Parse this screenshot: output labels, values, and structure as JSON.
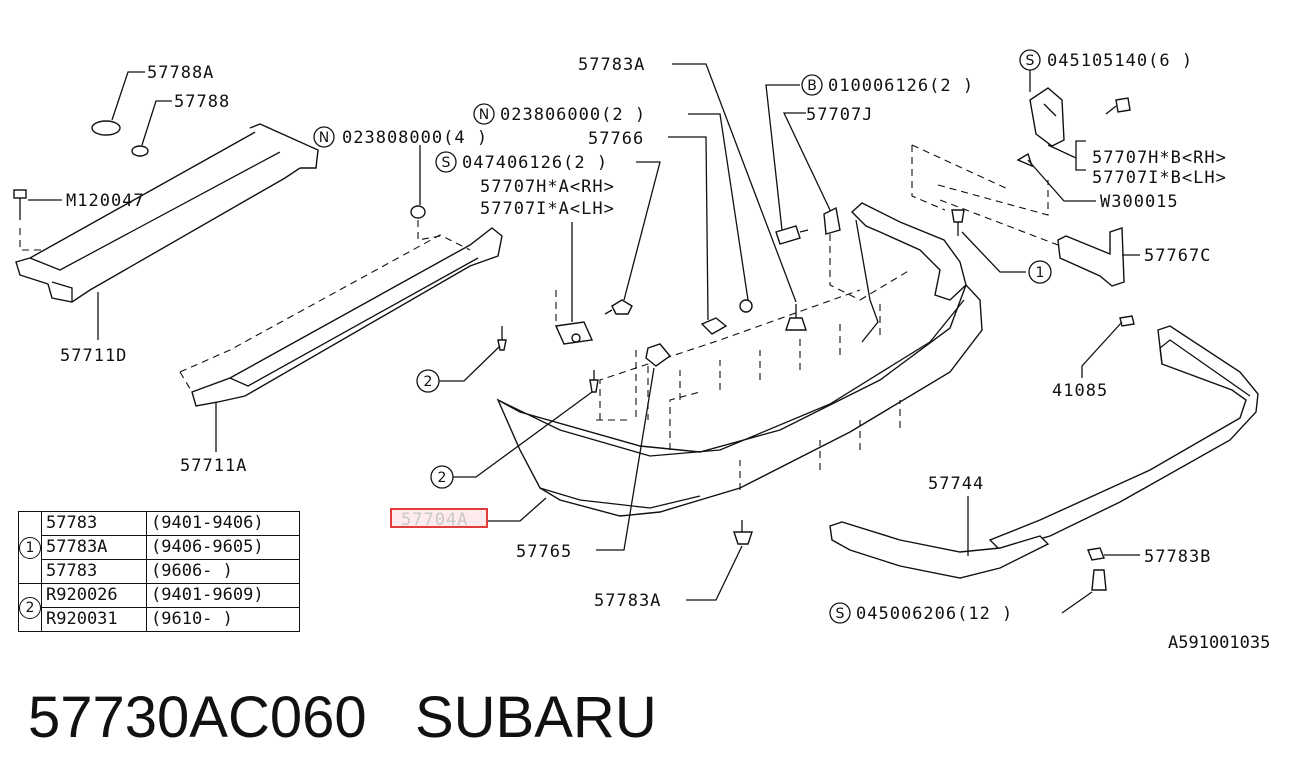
{
  "labels": {
    "l57788A": "57788A",
    "l57788": "57788",
    "lM120047": "M120047",
    "l57711D": "57711D",
    "l57711A": "57711A",
    "lN0238080": "023808000(4 )",
    "lN0238060": "023806000(2 )",
    "lS047406126": "047406126(2 )",
    "l57766": "57766",
    "l57707HA": "57707H*A<RH>",
    "l57707IA": "57707I*A<LH>",
    "l57783A_top": "57783A",
    "lB010006126": "010006126(2 )",
    "l57707J": "57707J",
    "lS045105140": "045105140(6 )",
    "l57707HB": "57707H*B<RH>",
    "l57707IB": "57707I*B<LH>",
    "lW300015": "W300015",
    "l57767C": "57767C",
    "l41085": "41085",
    "l57744": "57744",
    "l57783B": "57783B",
    "lS045006206": "045006206(12 )",
    "l57783A_bot": "57783A",
    "l57765": "57765",
    "l57704A": "57704A"
  },
  "markers": {
    "N": "N",
    "S": "S",
    "B": "B",
    "one": "1",
    "two": "2"
  },
  "table": {
    "rows": [
      {
        "key": "1",
        "part": "57783",
        "range": "(9401-9406)"
      },
      {
        "key": "",
        "part": "57783A",
        "range": "(9406-9605)"
      },
      {
        "key": "",
        "part": "57783",
        "range": "(9606-     )"
      },
      {
        "key": "2",
        "part": "R920026",
        "range": "(9401-9609)"
      },
      {
        "key": "",
        "part": "R920031",
        "range": "(9610-     )"
      }
    ]
  },
  "drawing_code": "A591001035",
  "footer": {
    "part_number": "57730AC060",
    "brand": "SUBARU"
  },
  "highlight_color": "#e23b3b"
}
